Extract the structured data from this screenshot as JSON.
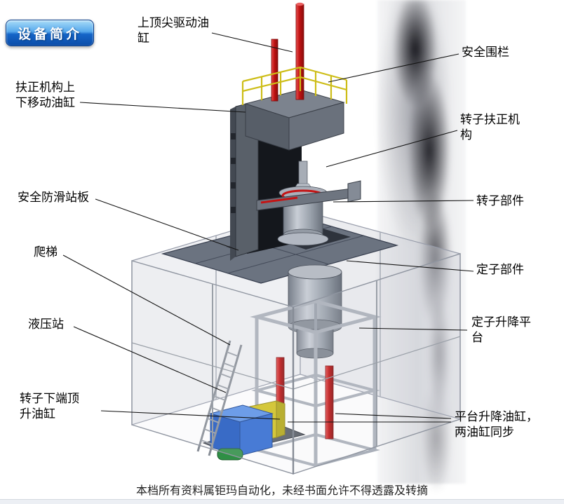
{
  "badge": {
    "label": "设备简介"
  },
  "labels": {
    "top_cylinder": "上顶尖驱动油缸",
    "safety_fence": "安全围栏",
    "centering_cylinder": "扶正机构上下移动油缸",
    "rotor_centering": "转子扶正机构",
    "antislip_board": "安全防滑站板",
    "rotor_part": "转子部件",
    "ladder": "爬梯",
    "stator_part": "定子部件",
    "hydraulic_station": "液压站",
    "stator_lift_platform": "定子升降平台",
    "rotor_jack_cylinder": "转子下端顶升油缸",
    "platform_lift_cylinders": "平台升降油缸，两油缸同步"
  },
  "footer": {
    "text": "本档所有资料属钜玛自动化，未经书面允许不得透露及转摘"
  },
  "colors": {
    "badge_blue_dark": "#0c4da8",
    "badge_blue_light": "#a8dcf8",
    "cylinder_red": "#c41414",
    "railing_yellow": "#cdbd17",
    "hydraulic_blue": "#2f6bd2",
    "pump_green": "#2f8f45",
    "frame_gray": "#596069",
    "platform_gray": "#6b7380"
  }
}
